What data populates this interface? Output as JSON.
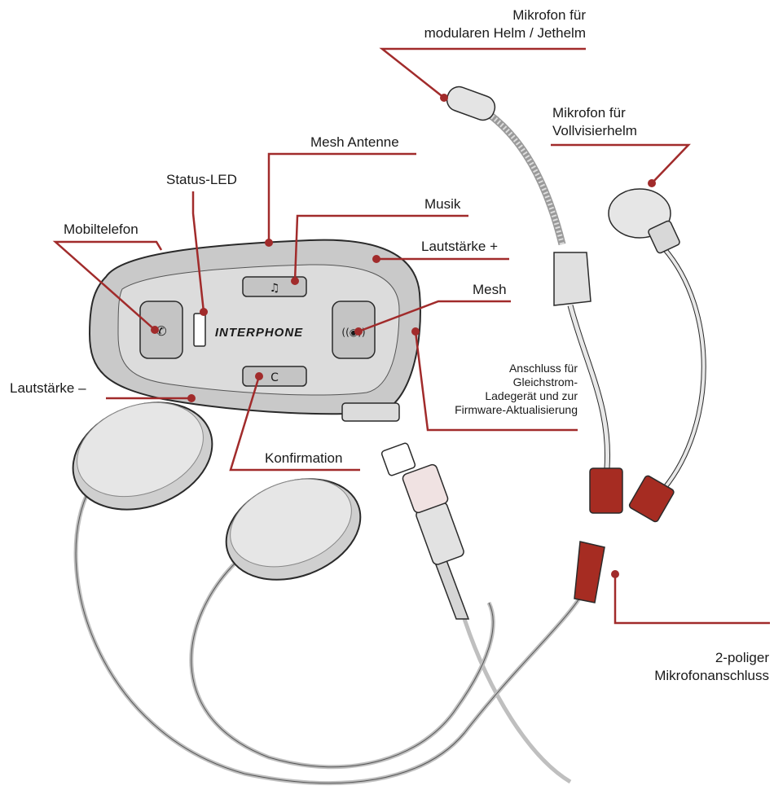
{
  "colors": {
    "callout": "#a12b2b",
    "connector": "#a62c22",
    "device": "#c9c9c9",
    "outline": "#2a2a2a",
    "speaker": "#e3e3e3"
  },
  "device": {
    "brand": "INTERPHONE"
  },
  "labels": {
    "mic_modular_1": "Mikrofon für",
    "mic_modular_2": "modularen Helm / Jethelm",
    "mic_fullface_1": "Mikrofon für",
    "mic_fullface_2": "Vollvisierhelm",
    "mesh_antenna": "Mesh Antenne",
    "status_led": "Status-LED",
    "music": "Musik",
    "phone": "Mobiltelefon",
    "volume_up": "Lautstärke +",
    "mesh": "Mesh",
    "dc_port_1": "Anschluss für",
    "dc_port_2": "Gleichstrom-",
    "dc_port_3": "Ladegerät und zur",
    "dc_port_4": "Firmware-Aktualisierung",
    "volume_down": "Lautstärke –",
    "confirm": "Konfirmation",
    "mic_jack_1": "2-poliger",
    "mic_jack_2": "Mikrofonanschluss"
  }
}
